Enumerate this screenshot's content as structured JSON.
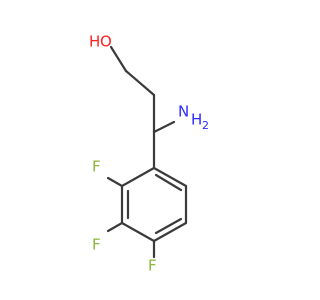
{
  "molecule": {
    "atoms": {
      "hydroxyl_o": "O",
      "hydroxyl_h": "H",
      "amine_n": "N",
      "amine_h": "H",
      "amine_h_count": "2",
      "fluorine_1": "F",
      "fluorine_2": "F",
      "fluorine_3": "F"
    },
    "colors": {
      "bond": "#3b3b3b",
      "oxygen": "#ff2020",
      "nitrogen": "#2b2bff",
      "fluorine": "#88b83a"
    }
  }
}
